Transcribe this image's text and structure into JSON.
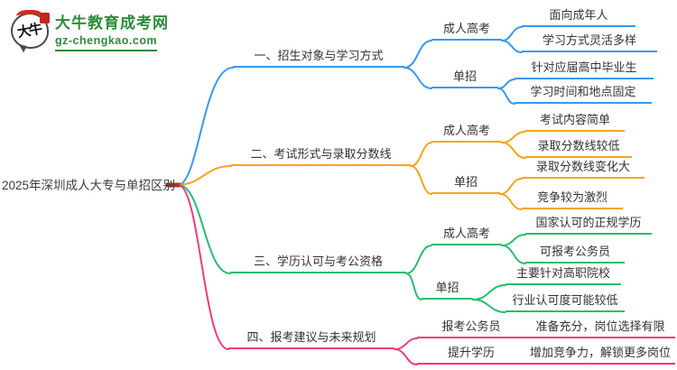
{
  "logo": {
    "bubble_text": "大牛",
    "site_name": "大牛教育成考网",
    "site_url": "gz-chengkao.com",
    "brand_green": "#2e8b3a",
    "seal_red": "#c3261d"
  },
  "central_topic": "2025年深圳成人大专与单招区别",
  "root_color": "#9c3a2d",
  "branches": [
    {
      "label": "一、招生对象与学习方式",
      "color": "#3898f0",
      "children": [
        {
          "label": "成人高考",
          "leaves": [
            "面向成年人",
            "学习方式灵活多样"
          ]
        },
        {
          "label": "单招",
          "leaves": [
            "针对应届高中毕业生",
            "学习时间和地点固定"
          ]
        }
      ]
    },
    {
      "label": "二、考试形式与录取分数线",
      "color": "#f7a41f",
      "children": [
        {
          "label": "成人高考",
          "leaves": [
            "考试内容简单",
            "录取分数线较低"
          ]
        },
        {
          "label": "单招",
          "leaves": [
            "录取分数线变化大",
            "竞争较为激烈"
          ]
        }
      ]
    },
    {
      "label": "三、学历认可与考公资格",
      "color": "#27be6d",
      "children": [
        {
          "label": "成人高考",
          "leaves": [
            "国家认可的正规学历",
            "可报考公务员"
          ]
        },
        {
          "label": "单招",
          "leaves": [
            "主要针对高职院校",
            "行业认可度可能较低"
          ]
        }
      ]
    },
    {
      "label": "四、报考建议与未来规划",
      "color": "#f23a7d",
      "children": [
        {
          "label": "报考公务员",
          "leaves": [
            "准备充分，岗位选择有限"
          ]
        },
        {
          "label": "提升学历",
          "leaves": [
            "增加竞争力，解锁更多岗位"
          ]
        }
      ]
    }
  ]
}
